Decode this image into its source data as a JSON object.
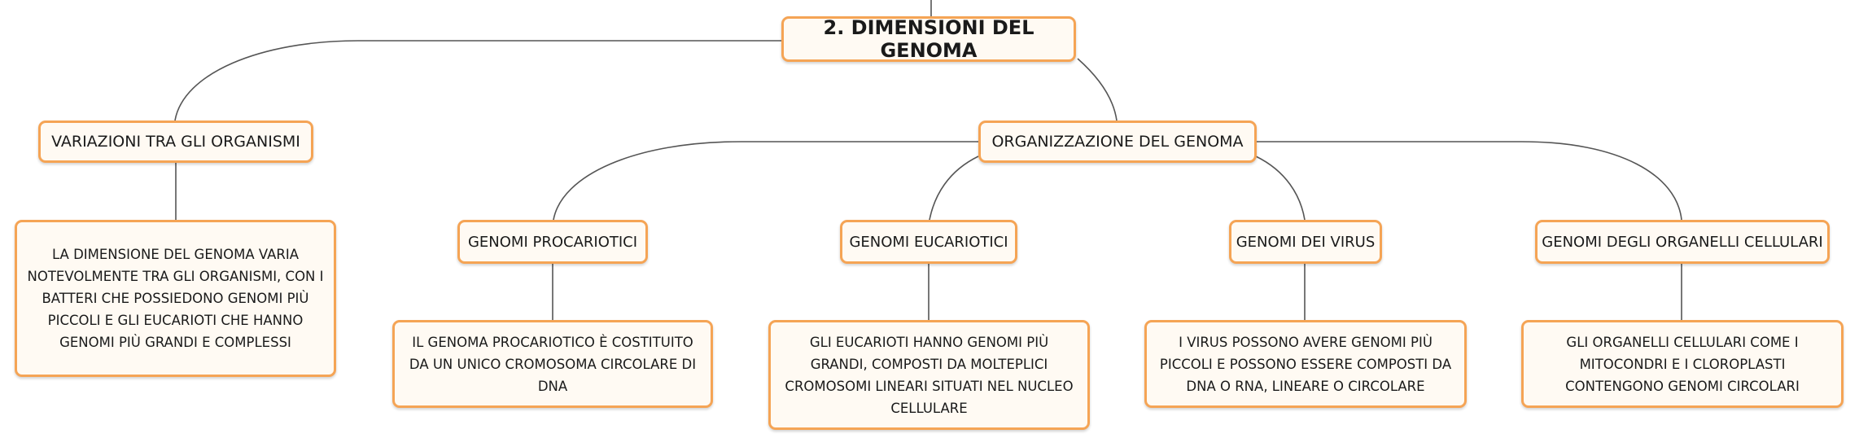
{
  "colors": {
    "border": "#f5a455",
    "fill": "#fffaf3",
    "connector": "#555555"
  },
  "root": {
    "label": "2. DIMENSIONI DEL GENOMA"
  },
  "variazioni": {
    "label": "VARIAZIONI TRA GLI ORGANISMI",
    "detail": "LA DIMENSIONE DEL GENOMA VARIA NOTEVOLMENTE TRA GLI ORGANISMI, CON I BATTERI CHE POSSIEDONO GENOMI PIÙ PICCOLI E GLI EUCARIOTI CHE HANNO GENOMI PIÙ GRANDI E COMPLESSI"
  },
  "organizzazione": {
    "label": "ORGANIZZAZIONE DEL GENOMA",
    "children": [
      {
        "label": "GENOMI PROCARIOTICI",
        "detail": "IL GENOMA PROCARIOTICO È COSTITUITO DA UN UNICO CROMOSOMA CIRCOLARE DI DNA"
      },
      {
        "label": "GENOMI EUCARIOTICI",
        "detail": "GLI EUCARIOTI HANNO GENOMI PIÙ GRANDI, COMPOSTI DA MOLTEPLICI CROMOSOMI LINEARI SITUATI NEL NUCLEO CELLULARE"
      },
      {
        "label": "GENOMI DEI VIRUS",
        "detail": "I VIRUS POSSONO AVERE GENOMI PIÙ PICCOLI E POSSONO ESSERE COMPOSTI DA DNA O RNA, LINEARE O CIRCOLARE"
      },
      {
        "label": "GENOMI DEGLI ORGANELLI CELLULARI",
        "detail": "GLI ORGANELLI CELLULARI COME I MITOCONDRI E I CLOROPLASTI CONTENGONO GENOMI CIRCOLARI"
      }
    ]
  }
}
